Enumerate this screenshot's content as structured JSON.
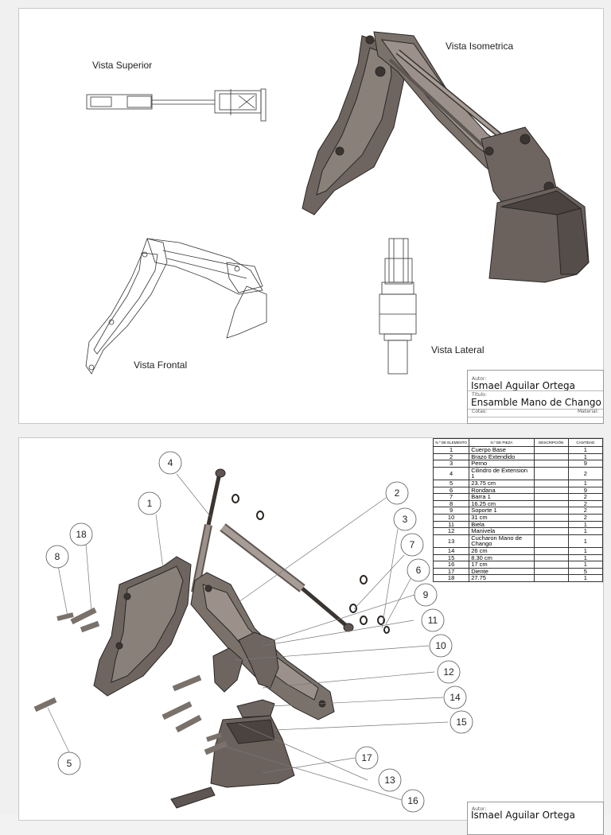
{
  "sheet1": {
    "views": {
      "superior": "Vista Superior",
      "isometrica": "Vista Isometrica",
      "frontal": "Vista Frontal",
      "lateral": "Vista Lateral"
    },
    "title_block": {
      "autor_label": "Autor:",
      "autor": "Ismael Aguilar Ortega",
      "titulo_label": "Título:",
      "titulo": "Ensamble Mano de Chango",
      "cotas_label": "Cotas:",
      "material_label": "Material:"
    }
  },
  "sheet2": {
    "bom": {
      "headers": [
        "N.º DE ELEMENTO",
        "N.º DE PIEZA",
        "DESCRIPCIÓN",
        "CANTIDAD"
      ],
      "rows": [
        {
          "n": "1",
          "pieza": "Cuerpo Base",
          "desc": "",
          "cant": "1"
        },
        {
          "n": "2",
          "pieza": "Brazo Extendido",
          "desc": "",
          "cant": "1"
        },
        {
          "n": "3",
          "pieza": "Perno",
          "desc": "",
          "cant": "9"
        },
        {
          "n": "4",
          "pieza": "Cilindro de Extension 1",
          "desc": "",
          "cant": "2"
        },
        {
          "n": "5",
          "pieza": "23.75 cm",
          "desc": "",
          "cant": "1"
        },
        {
          "n": "6",
          "pieza": "Rondana",
          "desc": "",
          "cant": "9"
        },
        {
          "n": "7",
          "pieza": "Barra 1",
          "desc": "",
          "cant": "2"
        },
        {
          "n": "8",
          "pieza": "16.25 cm",
          "desc": "",
          "cant": "2"
        },
        {
          "n": "9",
          "pieza": "Soporte 1",
          "desc": "",
          "cant": "2"
        },
        {
          "n": "10",
          "pieza": "31 cm",
          "desc": "",
          "cant": "2"
        },
        {
          "n": "11",
          "pieza": "Biela",
          "desc": "",
          "cant": "1"
        },
        {
          "n": "12",
          "pieza": "Manivela",
          "desc": "",
          "cant": "1"
        },
        {
          "n": "13",
          "pieza": "Cucharon Mano de Chango",
          "desc": "",
          "cant": "1"
        },
        {
          "n": "14",
          "pieza": "26 cm",
          "desc": "",
          "cant": "1"
        },
        {
          "n": "15",
          "pieza": "8.30 cm",
          "desc": "",
          "cant": "1"
        },
        {
          "n": "16",
          "pieza": "17 cm",
          "desc": "",
          "cant": "1"
        },
        {
          "n": "17",
          "pieza": "Diente",
          "desc": "",
          "cant": "5"
        },
        {
          "n": "18",
          "pieza": "27.75",
          "desc": "",
          "cant": "1"
        }
      ]
    },
    "balloons": [
      "1",
      "2",
      "3",
      "4",
      "5",
      "6",
      "7",
      "8",
      "9",
      "10",
      "11",
      "12",
      "13",
      "14",
      "15",
      "16",
      "17",
      "18"
    ],
    "title_block": {
      "autor_label": "Autor:",
      "autor": "Ismael Aguilar Ortega"
    }
  }
}
